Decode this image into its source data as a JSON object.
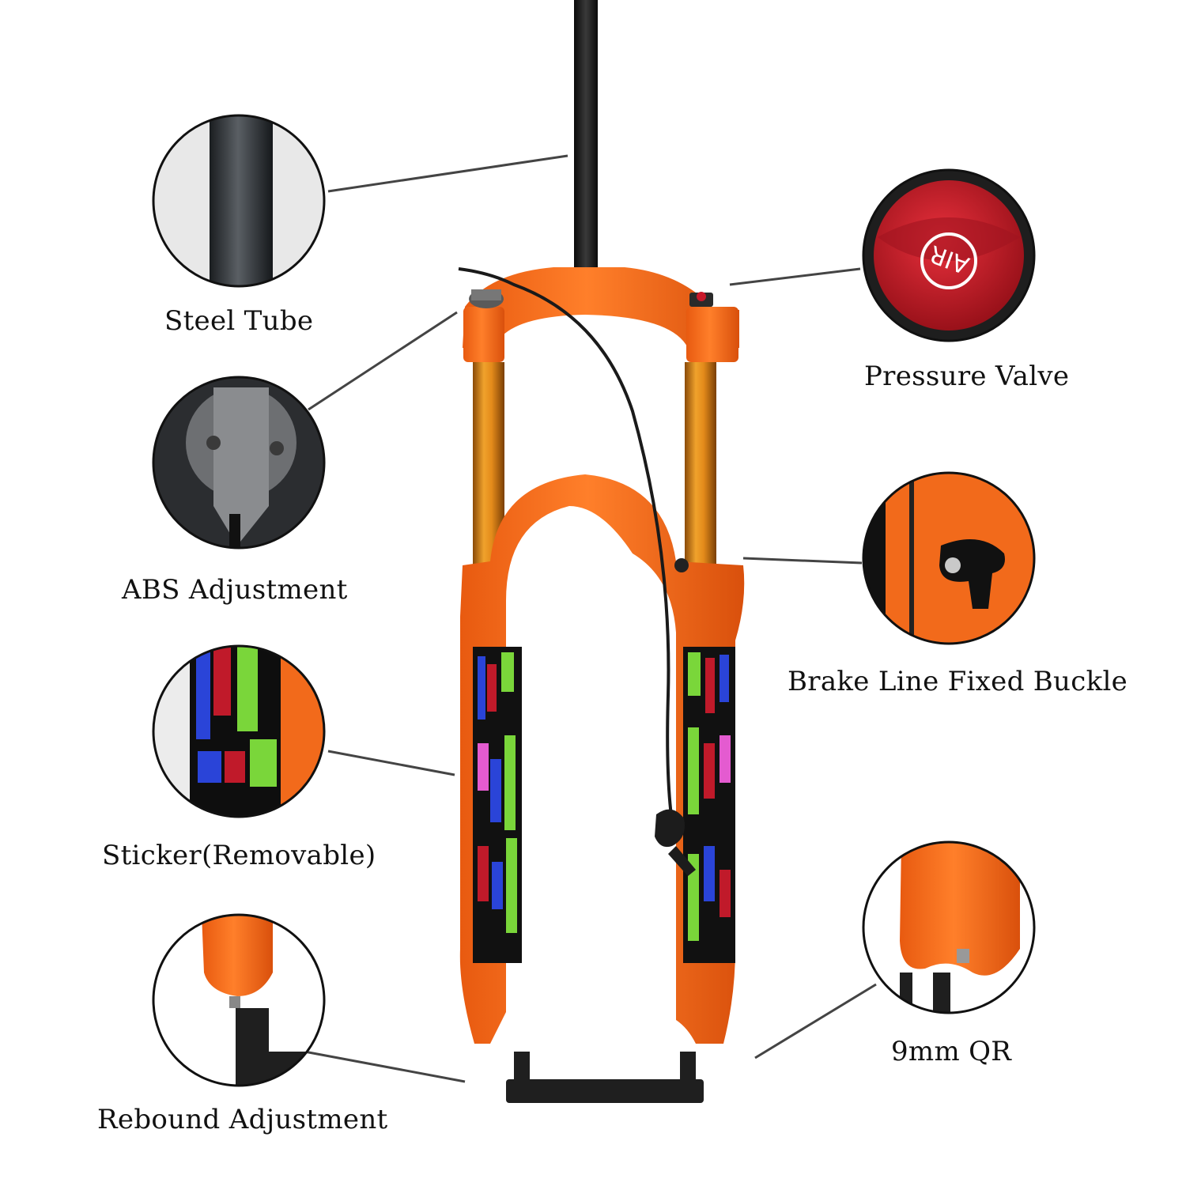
{
  "product_image": {
    "subject": "orange suspension fork",
    "fork_color": "#f26a1b",
    "stanchion_color": "#d98a1c",
    "steerer_color": "#1c1c1c",
    "valve_color": "#c8182a"
  },
  "callouts": [
    {
      "id": "steel-tube",
      "label": "Steel Tube"
    },
    {
      "id": "abs-adjustment",
      "label": "ABS Adjustment"
    },
    {
      "id": "sticker",
      "label": "Sticker(Removable)"
    },
    {
      "id": "rebound-adjustment",
      "label": "Rebound Adjustment"
    },
    {
      "id": "pressure-valve",
      "label": "Pressure Valve"
    },
    {
      "id": "brake-line-buckle",
      "label": "Brake Line Fixed Buckle"
    },
    {
      "id": "qr",
      "label": "9mm QR"
    }
  ]
}
